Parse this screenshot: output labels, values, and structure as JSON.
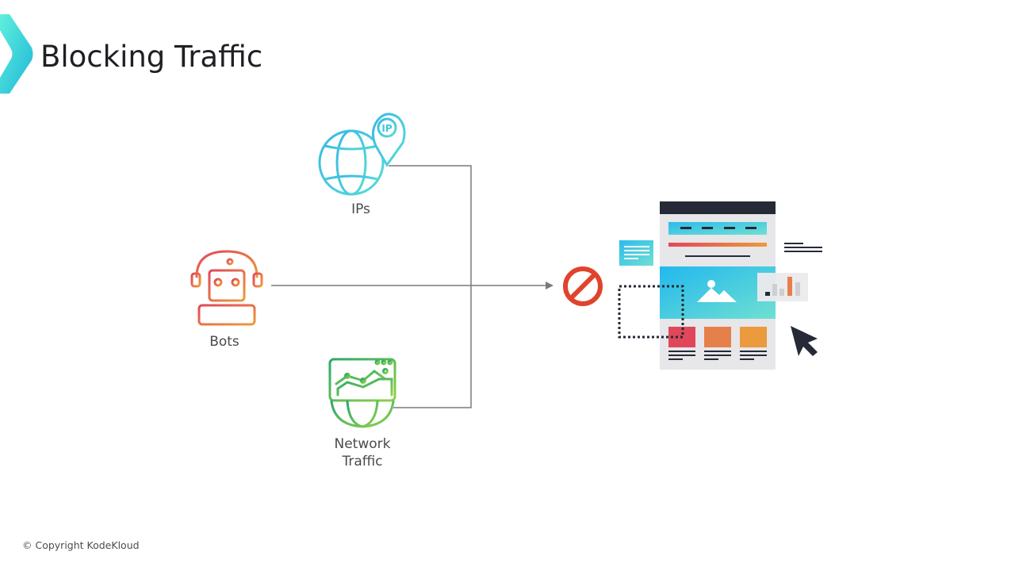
{
  "slide": {
    "title": "Blocking Traffic",
    "copyright": "© Copyright KodeKloud"
  },
  "diagram": {
    "sources": [
      {
        "id": "ips",
        "label": "IPs",
        "icon": "globe-pin-ip-icon",
        "badge": "IP"
      },
      {
        "id": "bots",
        "label": "Bots",
        "icon": "robot-headset-icon"
      },
      {
        "id": "network",
        "label_line1": "Network",
        "label_line2": "Traffic",
        "icon": "network-traffic-globe-icon"
      }
    ],
    "blocker": {
      "icon": "prohibited-icon"
    },
    "target": {
      "icon": "website-mockup-icon"
    }
  },
  "colors": {
    "logo_teal": "#3fd6d0",
    "ip_cyan": "#3ec6e0",
    "bot_gradient_start": "#e2475a",
    "bot_gradient_end": "#ee9a3a",
    "network_green_start": "#2aa86a",
    "network_green_end": "#8fd24a",
    "block_red": "#e0432c",
    "connector_gray": "#7a7a7a",
    "dark_navy": "#262a36"
  }
}
